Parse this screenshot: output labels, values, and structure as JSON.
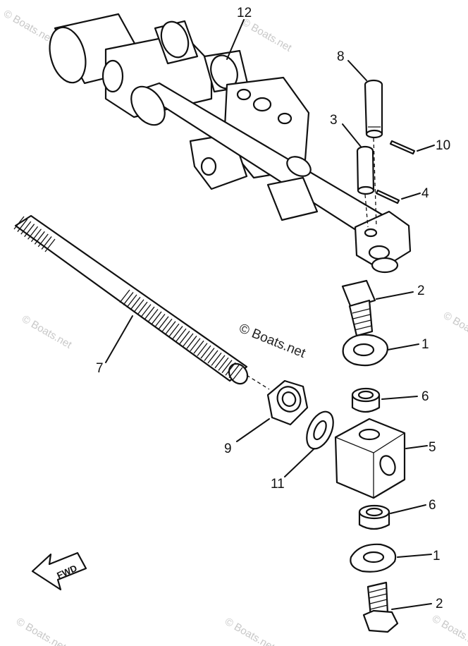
{
  "watermark_main": "© Boats.net",
  "watermark_faint": "© Boats.net",
  "direction_label": "FWD",
  "callouts": [
    "12",
    "8",
    "10",
    "3",
    "4",
    "2",
    "1",
    "7",
    "9",
    "6",
    "5",
    "11",
    "6",
    "1",
    "2"
  ]
}
